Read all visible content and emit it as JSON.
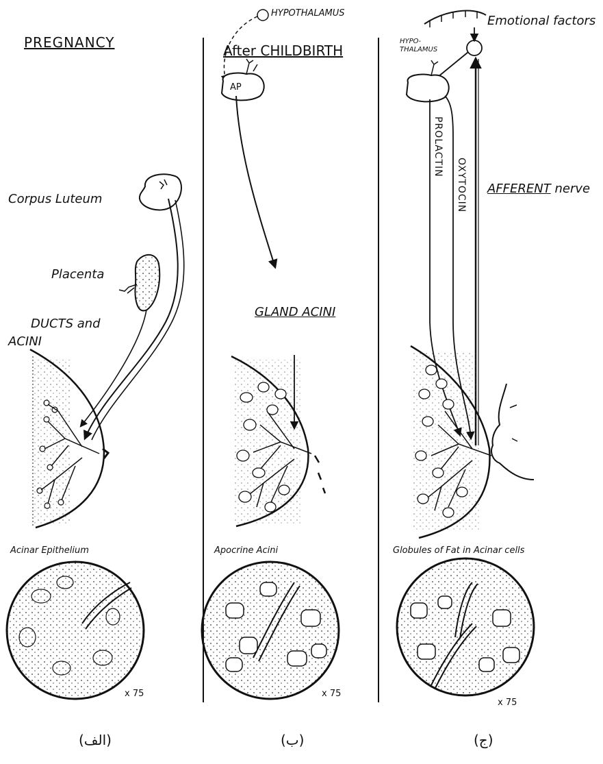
{
  "panel_a": {
    "title": "PREGNANCY",
    "corpus_luteum": "Corpus Luteum",
    "placenta": "Placenta",
    "ducts_line1": "DUCTS and",
    "ducts_line2": "ACINI",
    "micro_label": "Acinar Epithelium",
    "magnification": "x 75",
    "caption": "(الف)"
  },
  "panel_b": {
    "hypothalamus": "HYPOTHALAMUS",
    "title": "After CHILDBIRTH",
    "ap": "AP",
    "gland": "GLAND ACINI",
    "micro_label": "Apocrine Acini",
    "magnification": "x 75",
    "caption": "(ب)"
  },
  "panel_c": {
    "hypo_line1": "HYPO-",
    "hypo_line2": "THALAMUS",
    "emotional": "Emotional factors",
    "prolactin": "PROLACTIN",
    "oxytocin": "OXYTOCIN",
    "afferent": "AFFERENT",
    "nerve": "nerve",
    "micro_label": "Globules of Fat in Acinar cells",
    "magnification": "x 75",
    "caption": "(ج)"
  }
}
